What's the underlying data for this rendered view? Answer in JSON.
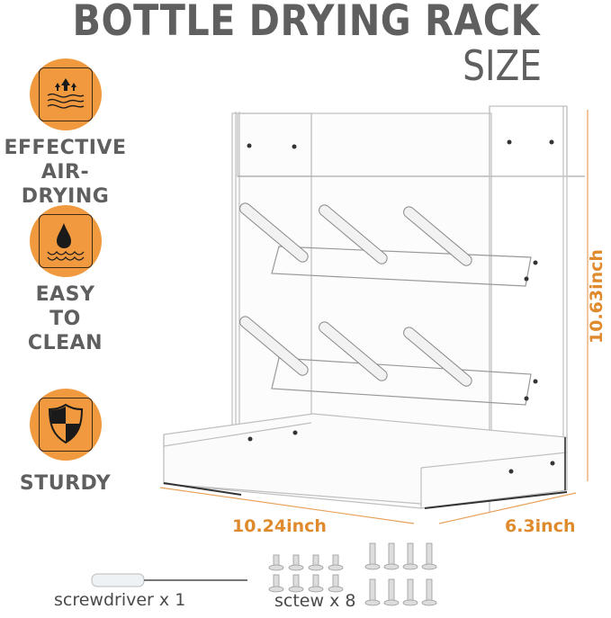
{
  "header": {
    "title": "BOTTLE DRYING RACK",
    "subtitle": "SIZE"
  },
  "features": [
    {
      "icon": "air-drying-icon",
      "label_lines": [
        "EFFECTIVE",
        "AIR-DRYING"
      ]
    },
    {
      "icon": "water-drop-icon",
      "label_lines": [
        "EASY",
        "TO",
        "CLEAN"
      ]
    },
    {
      "icon": "shield-icon",
      "label_lines": [
        "STURDY"
      ]
    }
  ],
  "dimensions": {
    "width": "10.24inch",
    "depth": "6.3inch",
    "height": "10.63inch"
  },
  "accessories": {
    "screwdriver": "screwdriver x 1",
    "screws": "sctew x 8"
  },
  "colors": {
    "accent_orange": "#f0993e",
    "dimension_orange": "#e08a2e",
    "text_gray": "#5f5f5f"
  }
}
